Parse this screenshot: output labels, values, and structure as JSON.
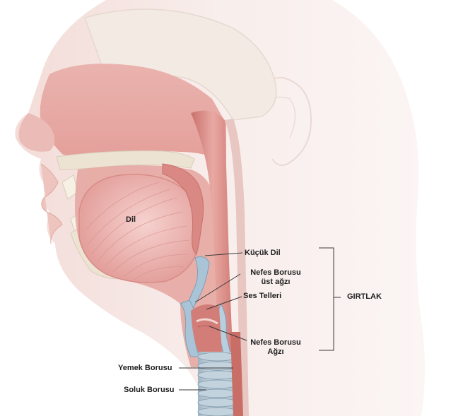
{
  "labels": {
    "tongue": "Dil",
    "uvula": "Küçük Dil",
    "epiglottis_line1": "Nefes Borusu",
    "epiglottis_line2": "üst ağzı",
    "vocal_cords": "Ses Telleri",
    "glottis_line1": "Nefes Borusu",
    "glottis_line2": "Ağzı",
    "larynx": "GIRTLAK",
    "esophagus": "Yemek Borusu",
    "trachea": "Soluk Borusu"
  },
  "colors": {
    "skin": "#f7ece9",
    "tissue": "#e9b5b1",
    "deep_tissue": "#d88e8a",
    "tongue": "#e7a9a6",
    "bone": "#ece3d3",
    "cartilage": "#a9c4d6",
    "leader_line": "#3a3a3a"
  }
}
